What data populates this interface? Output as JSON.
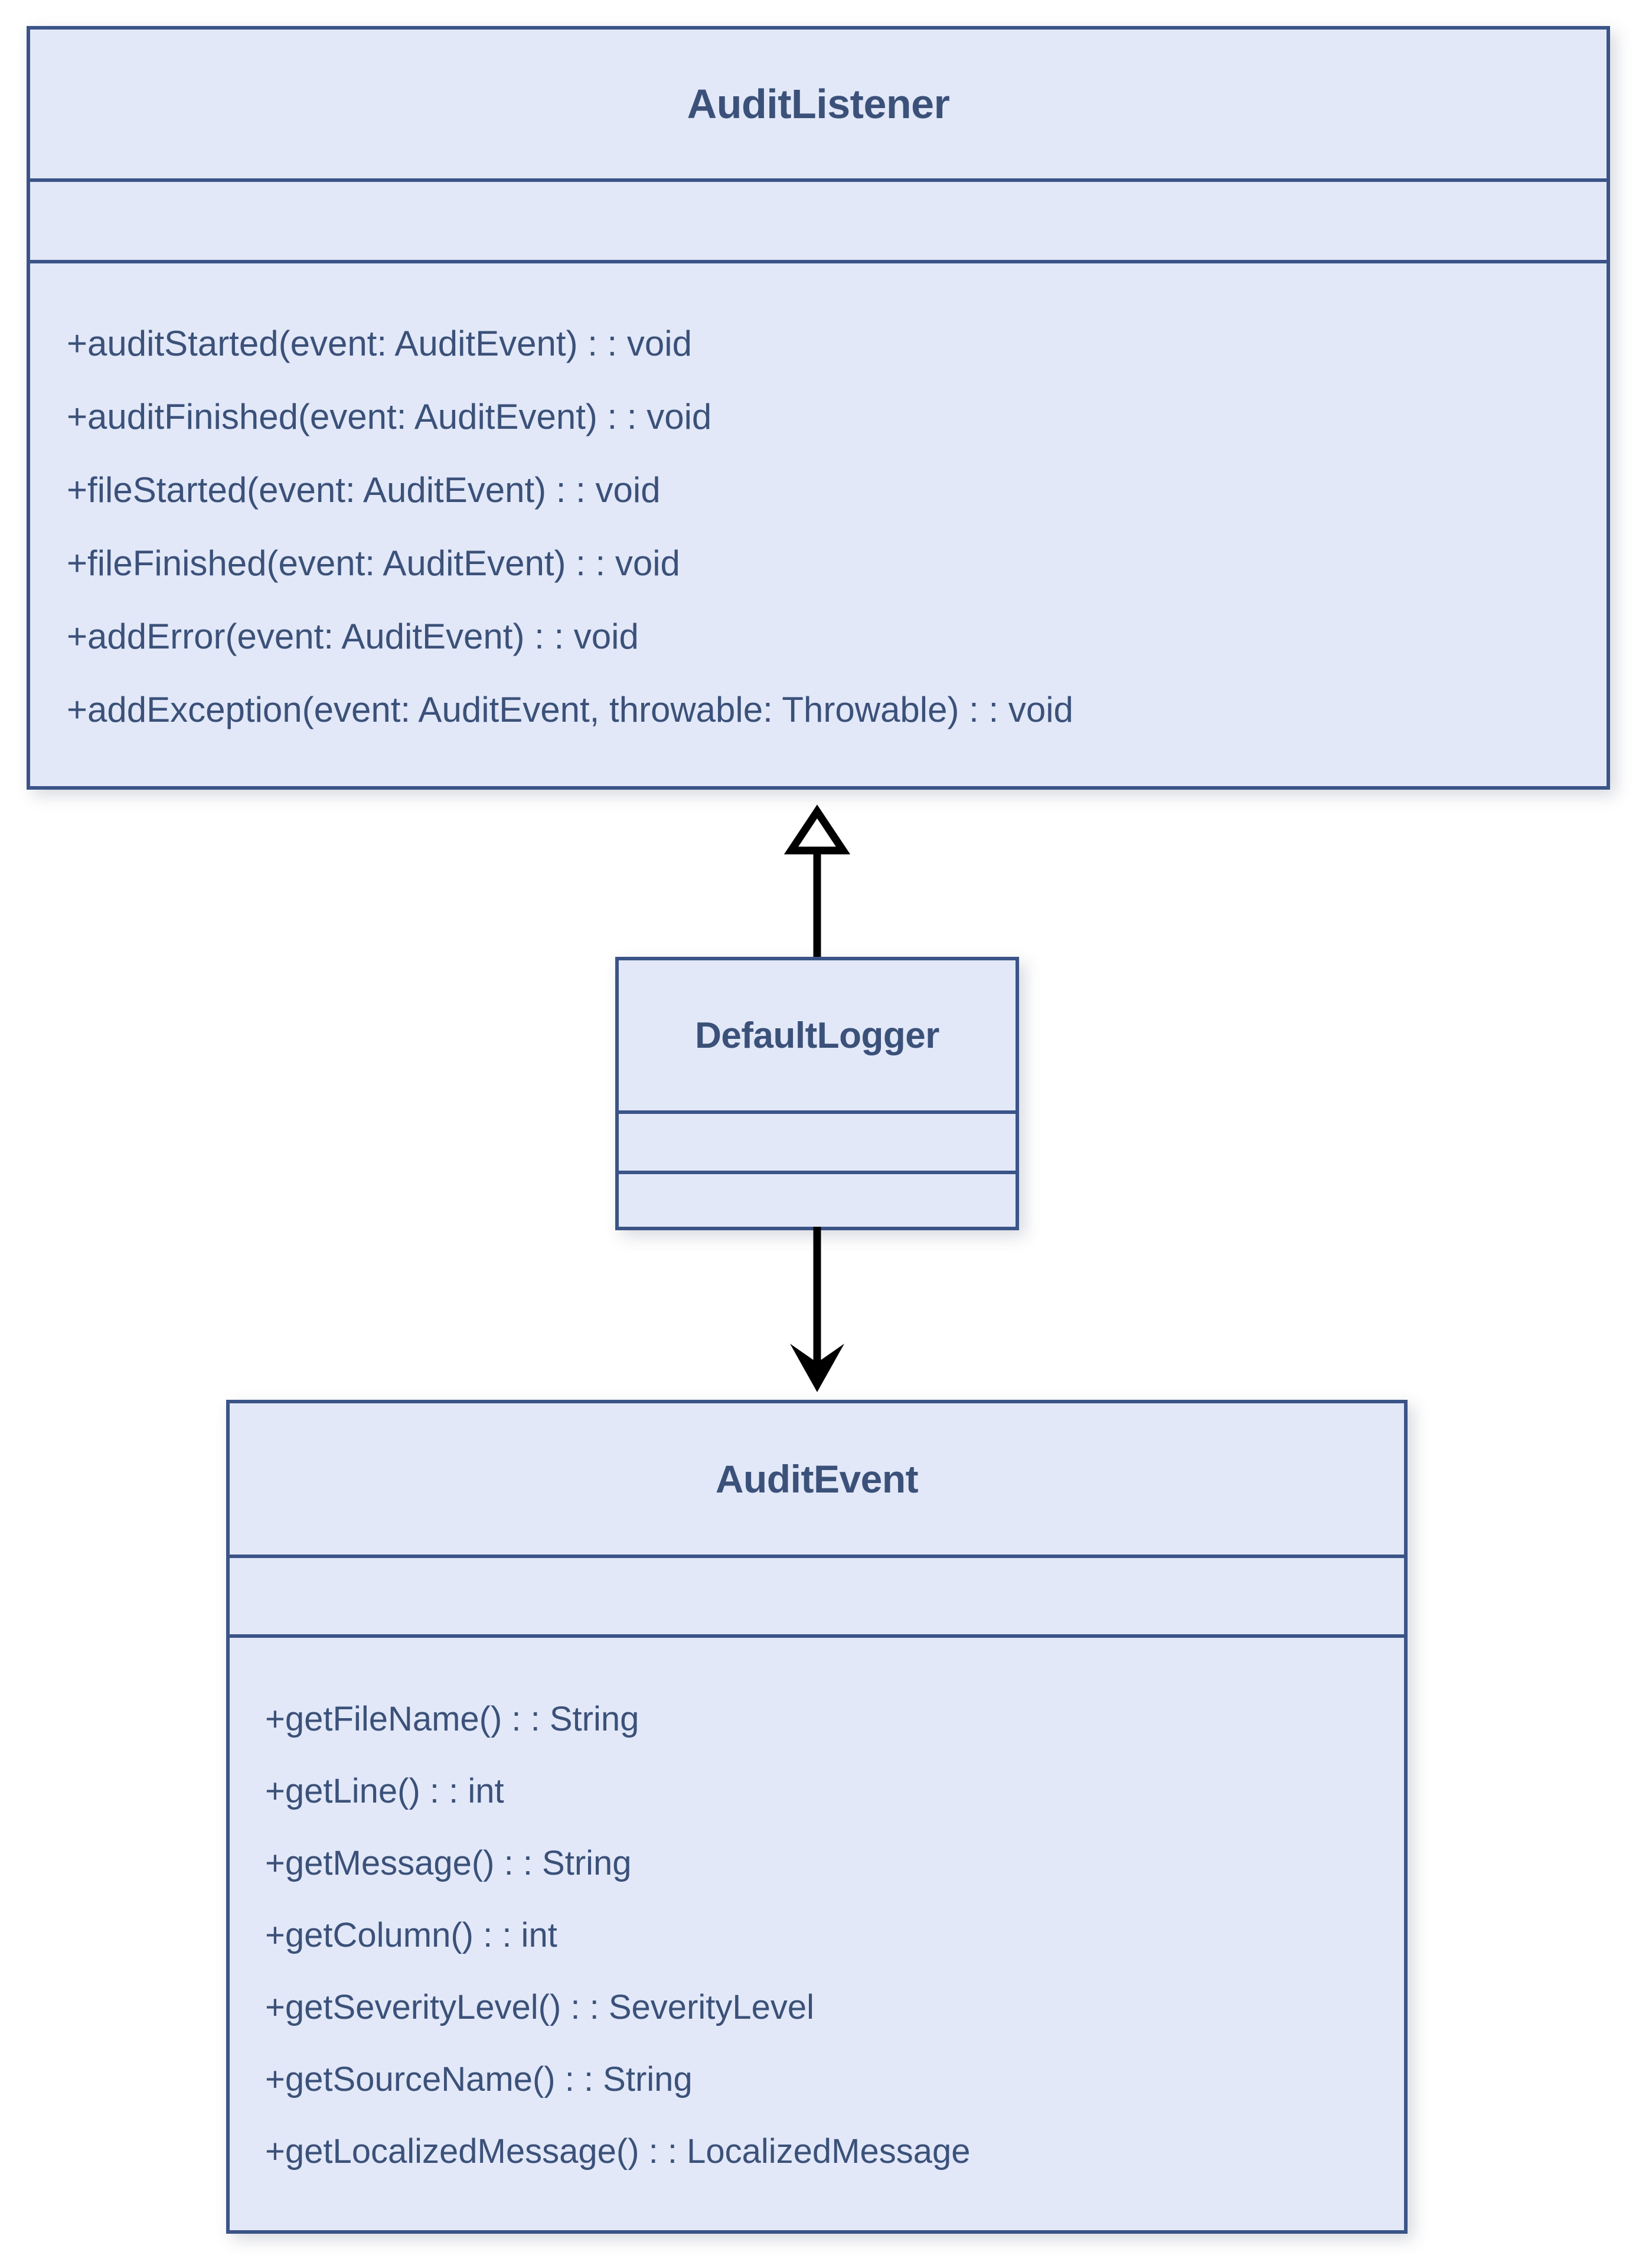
{
  "diagram": {
    "type": "uml-class-diagram",
    "colors": {
      "class_fill": "#e2e8f8",
      "class_border": "#3b5488",
      "text": "#3b5179",
      "connector": "#000000",
      "background": "#ffffff"
    },
    "classes": [
      {
        "id": "auditlistener",
        "name": "AuditListener",
        "attributes": [],
        "operations": [
          "+auditStarted(event: AuditEvent) : : void",
          "+auditFinished(event: AuditEvent) : : void",
          "+fileStarted(event: AuditEvent) : : void",
          "+fileFinished(event: AuditEvent) : : void",
          "+addError(event: AuditEvent) : : void",
          "+addException(event: AuditEvent, throwable: Throwable) : : void"
        ]
      },
      {
        "id": "defaultlogger",
        "name": "DefaultLogger",
        "attributes": [],
        "operations": []
      },
      {
        "id": "auditevent",
        "name": "AuditEvent",
        "attributes": [],
        "operations": [
          "+getFileName() : : String",
          "+getLine() : : int",
          "+getMessage() : : String",
          "+getColumn() : : int",
          "+getSeverityLevel() : : SeverityLevel",
          "+getSourceName() : : String",
          "+getLocalizedMessage() : : LocalizedMessage"
        ]
      }
    ],
    "relationships": [
      {
        "id": "generalization",
        "kind": "generalization",
        "arrowhead": "hollow-triangle",
        "direction": "up",
        "from": "DefaultLogger",
        "to": "AuditListener",
        "label": ""
      },
      {
        "id": "dependency",
        "kind": "dependency",
        "arrowhead": "solid-open-arrow",
        "direction": "down",
        "from": "DefaultLogger",
        "to": "AuditEvent",
        "label": ""
      }
    ]
  }
}
